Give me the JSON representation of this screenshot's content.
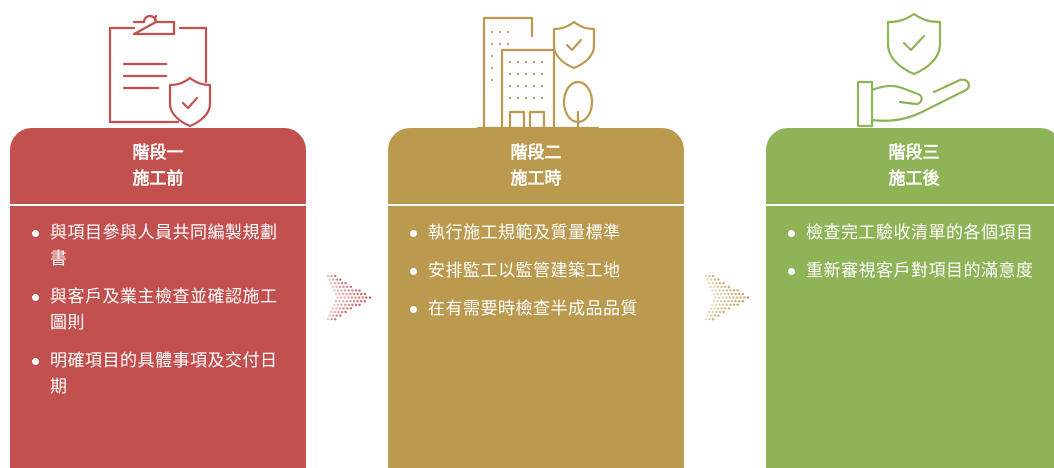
{
  "stages": [
    {
      "phase_label": "階段一",
      "title": "施工前",
      "color": "#c2504f",
      "icon": "clipboard-shield-icon",
      "items": [
        "與項目參與人員共同編製規劃書",
        "與客戶及業主檢查並確認施工圖則",
        "明確項目的具體事項及交付日期"
      ]
    },
    {
      "phase_label": "階段二",
      "title": "施工時",
      "color": "#bb9a50",
      "icon": "buildings-shield-icon",
      "items": [
        "執行施工規範及質量標準",
        "安排監工以監管建築工地",
        "在有需要時檢查半成品品質"
      ]
    },
    {
      "phase_label": "階段三",
      "title": "施工後",
      "color": "#8fb357",
      "icon": "hand-shield-icon",
      "items": [
        "檢查完工驗收清單的各個項目",
        "重新審視客戶對項目的滿意度"
      ]
    }
  ],
  "arrows": [
    {
      "icon": "dotted-arrow-right-icon",
      "color": "#c2504f"
    },
    {
      "icon": "dotted-arrow-right-icon",
      "color": "#bb9a50"
    }
  ]
}
